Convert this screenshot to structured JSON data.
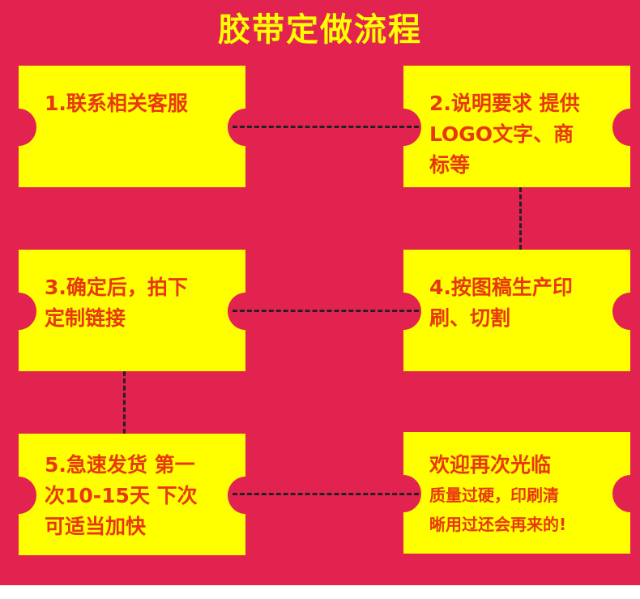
{
  "title": "胶带定做流程",
  "steps": [
    {
      "lines": [
        "1.联系相关客服"
      ]
    },
    {
      "lines": [
        "2.说明要求 提供",
        "LOGO文字、商",
        "标等"
      ]
    },
    {
      "lines": [
        "3.确定后，拍下",
        "定制链接"
      ]
    },
    {
      "lines": [
        "4.按图稿生产印",
        "刷、切割"
      ]
    },
    {
      "lines": [
        "5.急速发货 第一",
        "次10-15天  下次",
        "可适当加快"
      ]
    },
    {
      "heading": "欢迎再次光临",
      "lines": [
        "质量过硬，印刷清",
        "晰用过还会再来的!"
      ]
    }
  ],
  "colors": {
    "background": "#e2234f",
    "box": "#ffff00",
    "text": "#e8380d",
    "title": "#ffff00"
  }
}
